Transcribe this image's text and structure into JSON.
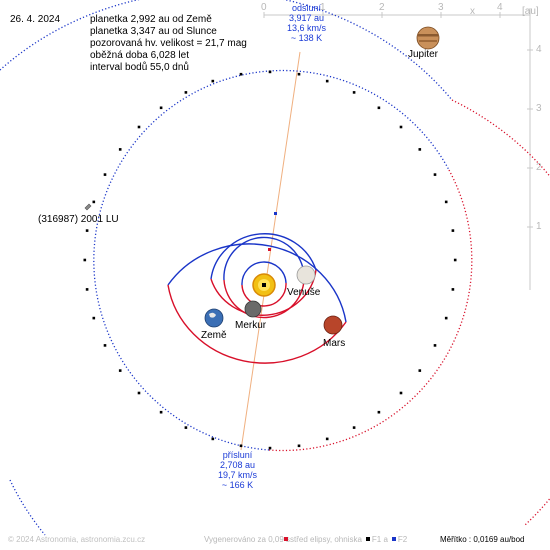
{
  "header": {
    "date": "26. 4. 2024",
    "info": [
      "planetka 2,992 au od Země",
      "planetka 3,347 au od Slunce",
      "pozorovaná hv. velikost = 21,7 mag",
      "oběžná doba 6,028 let",
      "interval bodů 55,0 dnů"
    ]
  },
  "axes": {
    "x_ticks": [
      "0",
      "1",
      "2",
      "3",
      "4"
    ],
    "y_ticks": [
      "4",
      "3",
      "2",
      "1"
    ],
    "x_label": "x",
    "y_label": "[au]"
  },
  "aphelion": {
    "title": "odsluní",
    "distance": "3,917 au",
    "speed": "13,6 km/s",
    "temp": "~ 138 K"
  },
  "perihelion": {
    "title": "přísluní",
    "distance": "2,708 au",
    "speed": "19,7 km/s",
    "temp": "~ 166 K"
  },
  "labels": {
    "asteroid": "(316987) 2001 LU",
    "jupiter": "Jupiter",
    "venus": "Venuše",
    "earth": "Země",
    "mercury": "Merkur",
    "mars": "Mars"
  },
  "footer": {
    "copyright": "© 2024 Astronomia, astronomia.zcu.cz",
    "generated": "Vygenerováno za 0,09 s",
    "legend_center": "střed elipsy, ohniska",
    "legend_f1": "F1 a",
    "legend_f2": "F2",
    "scale": "Měřítko : 0,0169 au/bod"
  },
  "colors": {
    "orbit_near": "#d8102a",
    "orbit_far": "#1a35c8",
    "apsis_line": "#f0b080",
    "axis_gray": "#c8c8c8",
    "text_blue": "#1a3ad6"
  }
}
